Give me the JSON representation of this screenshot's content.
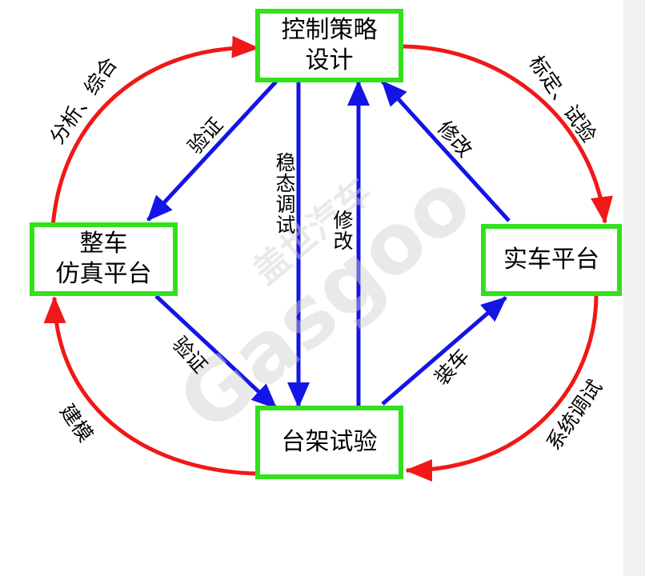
{
  "nodes": {
    "control_design": {
      "line1": "控制策略",
      "line2": "设计"
    },
    "vehicle_sim": {
      "line1": "整车",
      "line2": "仿真平台"
    },
    "real_car": {
      "line1": "实车平台"
    },
    "bench_test": {
      "line1": "台架试验"
    }
  },
  "edge_labels": {
    "analysis": "分析、综合",
    "calibration": "标定、试验",
    "modeling": "建模",
    "system_tuning": "系统调试",
    "verify_top": "验证",
    "verify_bottom": "验证",
    "steady_tuning": "稳态调试",
    "modify_center": "修改",
    "modify_right": "修改",
    "install": "装车"
  },
  "watermark": {
    "line1": "盖世汽车",
    "line2": "Gasgoo"
  },
  "colors": {
    "node_border": "#33e01c",
    "outer_arrows": "#f01818",
    "inner_arrows": "#1414e6"
  }
}
